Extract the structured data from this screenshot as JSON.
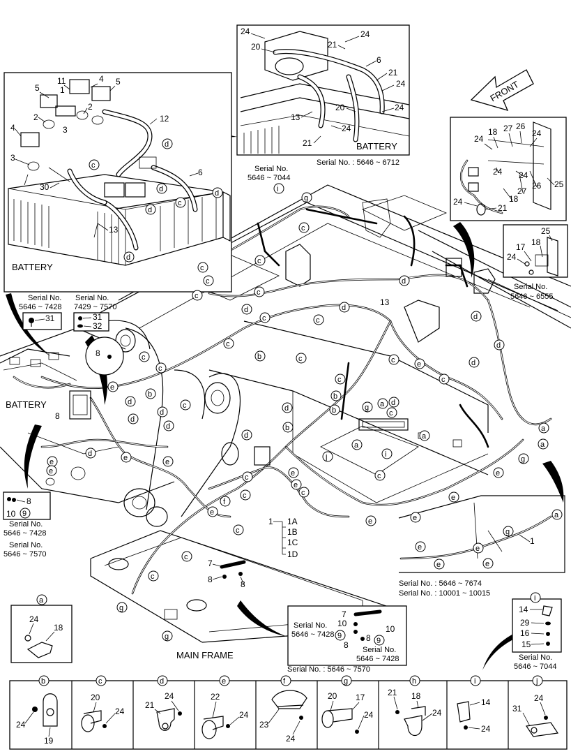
{
  "front_arrow": "FRONT",
  "main_frame_label": "MAIN FRAME",
  "battery_labels": [
    "BATTERY",
    "BATTERY",
    "BATTERY"
  ],
  "serial_top": "Serial No. : 5646 ~ 6712",
  "serial_i_title": "Serial No.",
  "serial_i_range": "5646 ~ 7044",
  "serial_right_title": "Serial No.",
  "serial_right_range": "5646 ~ 6555",
  "serial_31_left_title": "Serial No.",
  "serial_31_left_range": "5646 ~ 7428",
  "serial_31_right_title": "Serial No.",
  "serial_31_right_range": "7429 ~ 7570",
  "serial_8_title": "Serial No.",
  "serial_8_range": "5646 ~ 7428",
  "serial_8b_title": "Serial No.",
  "serial_8b_range": "5646 ~ 7570",
  "serial_1_a": "Serial No. : 5646 ~ 7674",
  "serial_1_b": "Serial No. : 10001 ~ 10015",
  "serial_7_title": "Serial No.",
  "serial_7_range": "5646 ~ 7428",
  "serial_7b_title": "Serial No.",
  "serial_7b_range": "5646 ~ 7428",
  "serial_7c": "Serial No. : 5646 ~ 7570",
  "serial_i_detail_title": "Serial No.",
  "serial_i_detail_range": "5646 ~ 7044",
  "harness_variants": [
    "1A",
    "1B",
    "1C",
    "1D"
  ],
  "legend": [
    {
      "letter": "b",
      "parts": [
        "24",
        "19"
      ]
    },
    {
      "letter": "c",
      "parts": [
        "20",
        "24"
      ]
    },
    {
      "letter": "d",
      "parts": [
        "21",
        "24"
      ]
    },
    {
      "letter": "e",
      "parts": [
        "22",
        "24"
      ]
    },
    {
      "letter": "f",
      "parts": [
        "23",
        "24"
      ]
    },
    {
      "letter": "g",
      "parts": [
        "20",
        "17",
        "24"
      ]
    },
    {
      "letter": "h",
      "parts": [
        "21",
        "18",
        "24"
      ]
    },
    {
      "letter": "i",
      "parts": [
        "14",
        "24"
      ]
    },
    {
      "letter": "j",
      "parts": [
        "24",
        "31"
      ]
    }
  ],
  "detail_a": {
    "letter": "a",
    "parts": [
      "24",
      "18"
    ]
  },
  "detail_i": {
    "letter": "i",
    "parts": [
      "14",
      "29",
      "16",
      "15"
    ]
  }
}
